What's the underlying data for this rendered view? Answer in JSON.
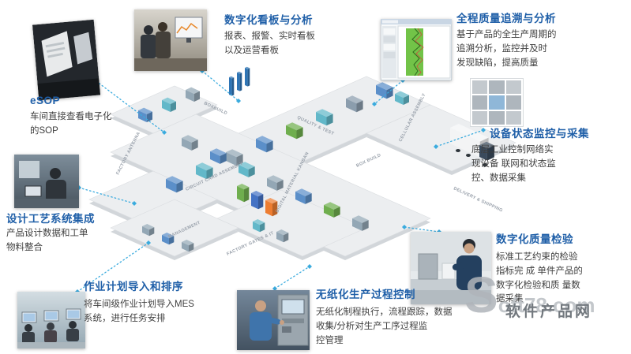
{
  "colors": {
    "heading": "#1f5fa8",
    "body": "#3f3f3f",
    "connector": "#3aabde",
    "floor": "#eceef0",
    "floor_edge": "#d2d6da"
  },
  "callouts": {
    "esop": {
      "heading": "eSOP",
      "body": "车间直接查看电子化\n的SOP"
    },
    "dashboard": {
      "heading": "数字化看板与分析",
      "body": "报表、报警、实时看板\n以及运营看板"
    },
    "qualitytrace": {
      "heading": "全程质量追溯与分析",
      "body": "基于产品的全生产周期的\n追溯分析，监控并及时\n发现缺陷，提高质量"
    },
    "equipment": {
      "heading": "设备状态监控与采集",
      "body": "底层工业控制网络实\n现设备 联网和状态监\n控、数据采集"
    },
    "design": {
      "heading": "设计工艺系统集成",
      "body": "产品设计数据和工单\n物料整合"
    },
    "planning": {
      "heading": "作业计划导入和排序",
      "body": "将车间级作业计划导入MES\n系统，进行任务安排"
    },
    "paperless": {
      "heading": "无纸化生产过程控制",
      "body": "无纸化制程执行，流程跟踪，数据\n收集/分析对生产工序过程监\n控管理"
    },
    "inspection": {
      "heading": "数字化质量检验",
      "body": "标准工艺约束的检验\n指标完 成 单件产品的\n数字化检验和质 量数\n据采集"
    }
  },
  "factory": {
    "zones": [
      {
        "label": "FACTORY ANTENNA"
      },
      {
        "label": "BOXBUILD"
      },
      {
        "label": "QUALITY & TEST"
      },
      {
        "label": "CELLULAR ASSEMBLY"
      },
      {
        "label": "CIRCUIT CARD ASSEMBLY"
      },
      {
        "label": "BOX BUILD"
      },
      {
        "label": "DIGITAL MATERIAL KANBAN"
      },
      {
        "label": "DELIVERY & SHIPPING"
      },
      {
        "label": "MANAGEMENT"
      },
      {
        "label": "FACTORY GATES & IT"
      }
    ]
  },
  "watermark": {
    "cn": "软件产品网",
    "en": "Soft78.com"
  }
}
